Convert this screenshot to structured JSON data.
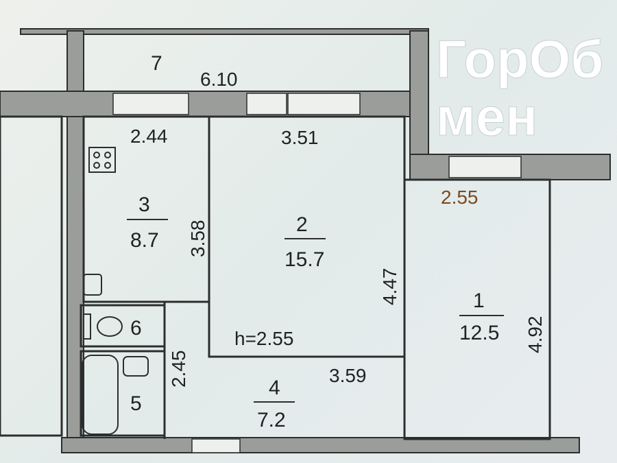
{
  "plan": {
    "ceiling_height": "h=2.55",
    "watermark": "ГорОбмен",
    "rooms": [
      {
        "number": "7",
        "area": ""
      },
      {
        "number": "3",
        "area": "8.7"
      },
      {
        "number": "2",
        "area": "15.7"
      },
      {
        "number": "1",
        "area": "12.5"
      },
      {
        "number": "6",
        "area": ""
      },
      {
        "number": "5",
        "area": ""
      },
      {
        "number": "4",
        "area": "7.2"
      }
    ],
    "dimensions": {
      "balcony_width": "6.10",
      "kitchen_width": "2.44",
      "room2_width": "3.51",
      "room1_width": "2.55",
      "kitchen_length": "3.58",
      "room2_length": "4.47",
      "room1_length": "4.92",
      "hall_length": "2.45",
      "hall_width": "3.59"
    },
    "colors": {
      "accent_dimension": "#7a4a22"
    }
  }
}
